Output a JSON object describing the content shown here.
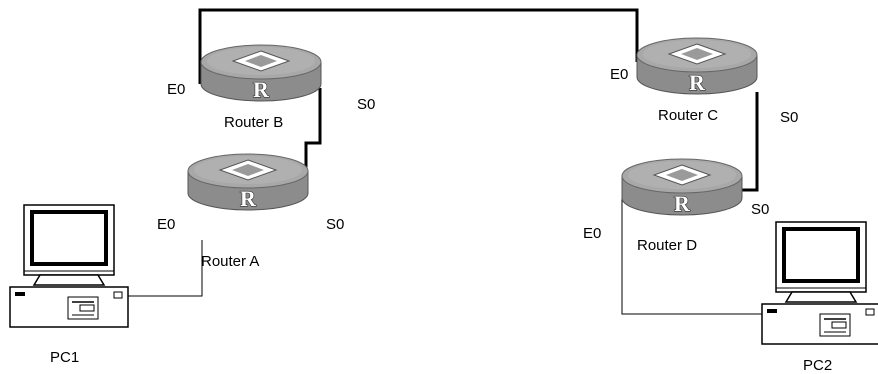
{
  "routers": {
    "a": {
      "label": "Router A",
      "e_port": "E0",
      "s_port": "S0"
    },
    "b": {
      "label": "Router B",
      "e_port": "E0",
      "s_port": "S0"
    },
    "c": {
      "label": "Router C",
      "e_port": "E0",
      "s_port": "S0"
    },
    "d": {
      "label": "Router D",
      "e_port": "E0",
      "s_port": "S0"
    }
  },
  "router_glyph": "R",
  "pcs": {
    "pc1": {
      "label": "PC1"
    },
    "pc2": {
      "label": "PC2"
    }
  },
  "icons": {
    "router": "router-icon",
    "pc": "desktop-computer-icon"
  },
  "colors": {
    "router_body": "#8c8c8c",
    "router_top": "#a8a8a8",
    "serial_link": "#000000",
    "ethernet_link": "#000000"
  }
}
